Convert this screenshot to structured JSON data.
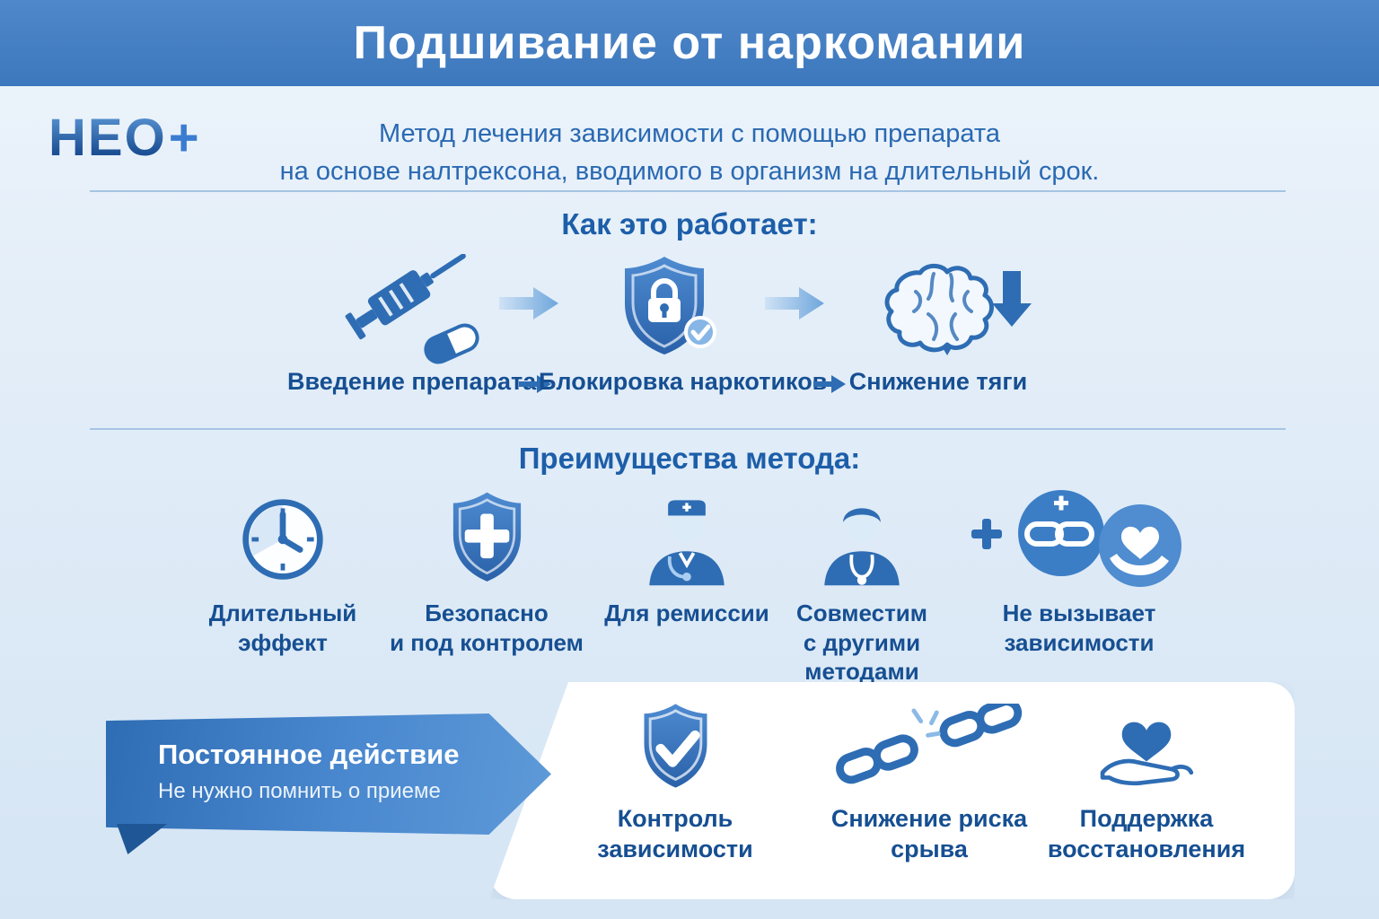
{
  "colors": {
    "accent": "#2e6db4",
    "dark_blue": "#164f92",
    "header_bg": "#3d77bd",
    "background": "#e2edf8",
    "panel": "#ffffff"
  },
  "header": {
    "title": "Подшивание от наркомании"
  },
  "intro": {
    "logo_text": "НЕО",
    "logo_plus": "+",
    "description": "Метод лечения зависимости с помощью препарата\nна основе налтрексона, вводимого в организм на длительный срок."
  },
  "how_it_works": {
    "heading": "Как это работает:",
    "steps": [
      {
        "icon": "syringe-pill-icon",
        "label": "Введение препарата"
      },
      {
        "icon": "shield-lock-icon",
        "label": "Блокировка наркотиков"
      },
      {
        "icon": "brain-decrease-icon",
        "label": "Снижение тяги"
      }
    ]
  },
  "advantages": {
    "heading": "Преимущества метода:",
    "items": [
      {
        "icon": "clock-icon",
        "label": "Длительный эффект"
      },
      {
        "icon": "shield-cross-icon",
        "label": "Безопасно\nи под контролем"
      },
      {
        "icon": "doctor-icon",
        "label": "Для ремиссии"
      },
      {
        "icon": "doctor-stethoscope-icon",
        "label": "Совместим\nс другими\nметодами"
      },
      {
        "icon": "chain-plus-heart-hand-icon",
        "label": "Не вызывает\nзависимости"
      }
    ]
  },
  "always_on": {
    "title": "Постоянное действие",
    "subtitle": "Не нужно помнить о приеме",
    "items": [
      {
        "icon": "shield-check-icon",
        "label": "Контроль зависимости"
      },
      {
        "icon": "broken-chain-icon",
        "label": "Снижение риска срыва"
      },
      {
        "icon": "hand-heart-icon",
        "label": "Поддержка\nвосстановления"
      }
    ]
  }
}
